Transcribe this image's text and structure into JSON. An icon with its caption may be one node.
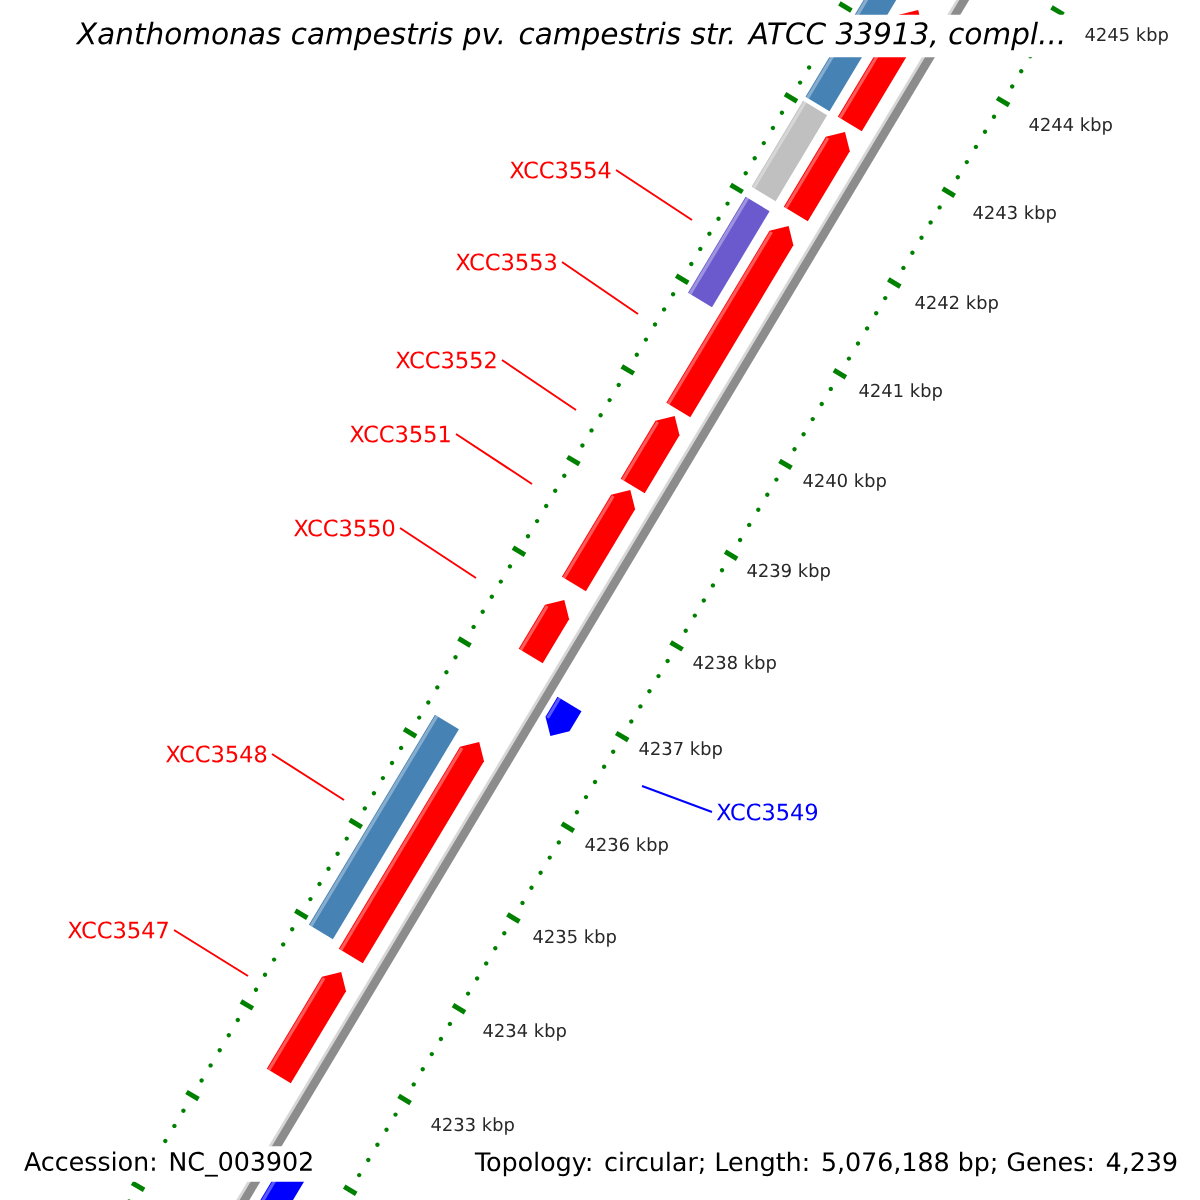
{
  "diagram": {
    "title": "Xanthomonas campestris pv. campestris str. ATCC 33913, compl...",
    "nodes": [
      {
        "text": [
          "XCC3554"
        ]
      },
      {
        "text": [
          "XCC3553"
        ]
      },
      {
        "text": [
          "XCC3552"
        ]
      },
      {
        "text": [
          "XCC3551"
        ]
      },
      {
        "text": [
          "XCC3550"
        ]
      },
      {
        "text": [
          "XCC3548"
        ]
      },
      {
        "text": [
          "XCC3549"
        ]
      },
      {
        "text": [
          "XCC3547"
        ]
      }
    ],
    "edges": [
      {
        "from": 0,
        "to": null,
        "arrow": "none"
      },
      {
        "from": 1,
        "to": null,
        "arrow": "none"
      },
      {
        "from": 2,
        "to": null,
        "arrow": "none"
      },
      {
        "from": 3,
        "to": null,
        "arrow": "none"
      },
      {
        "from": 4,
        "to": null,
        "arrow": "none"
      },
      {
        "from": 5,
        "to": null,
        "arrow": "none"
      },
      {
        "from": 6,
        "to": null,
        "arrow": "none",
        "color": "#0000ff"
      },
      {
        "from": 7,
        "to": null,
        "arrow": "none"
      }
    ],
    "labels": [
      "4245 kbp",
      "4244 kbp",
      "4243 kbp",
      "4242 kbp",
      "4241 kbp",
      "4240 kbp",
      "4239 kbp",
      "4238 kbp",
      "4237 kbp",
      "4236 kbp",
      "4235 kbp",
      "4234 kbp",
      "4233 kbp",
      "Accession: NC_003902",
      "Topology: circular; Length: 5,076,188 bp; Genes: 4,239"
    ]
  }
}
